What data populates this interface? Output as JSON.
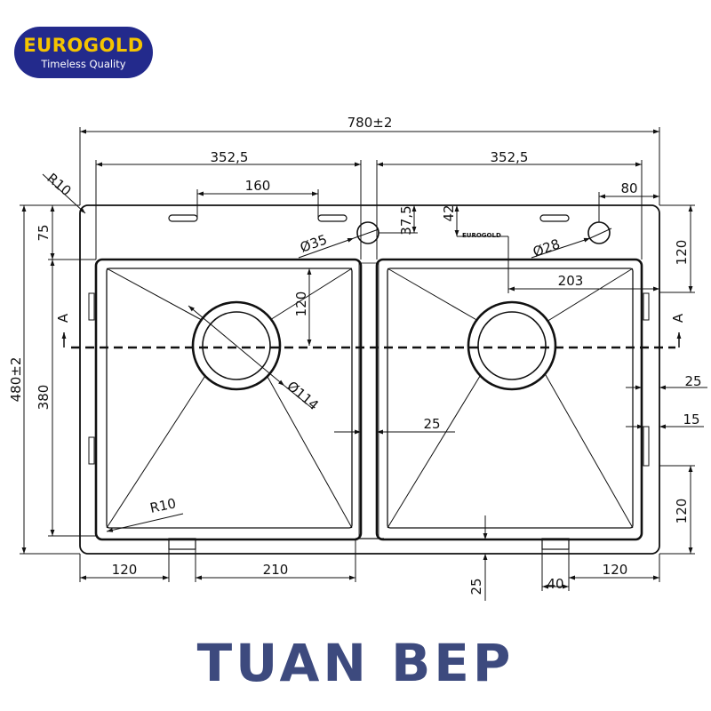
{
  "brand": {
    "name": "EUROGOLD",
    "tagline": "Timeless Quality",
    "name_color": "#f4c400",
    "badge_color": "#232a8c"
  },
  "drawing": {
    "overall_width": "780±2",
    "overall_height": "480±2",
    "left_bowl_width": "352,5",
    "right_bowl_width": "352,5",
    "hole_spacing": "160",
    "corner_radius_top": "R10",
    "corner_radius_bowl": "R10",
    "top_margin": "75",
    "bowl_depth": "380",
    "drain_diameter": "Ø114",
    "drain_offset": "120",
    "tap_hole_diameter": "Ø35",
    "tap_hole_offset": "37,5",
    "tap_hole_height": "42",
    "side_hole_diameter": "Ø28",
    "side_hole_offset": "80",
    "side_hole_distance": "203",
    "right_top_offset": "120",
    "right_bottom_offset": "120",
    "center_divider": "25",
    "right_wall_25": "25",
    "right_wall_15": "15",
    "left_bottom_offset": "120",
    "bottom_span": "210",
    "bottom_clip_40": "40",
    "bottom_right_120": "120",
    "bottom_25": "25",
    "section_mark_left": "A",
    "section_mark_right": "A",
    "stamp_text": "EUROGOLD"
  },
  "footer": {
    "text": "TUAN BEP",
    "color": "#3d4a7e"
  }
}
